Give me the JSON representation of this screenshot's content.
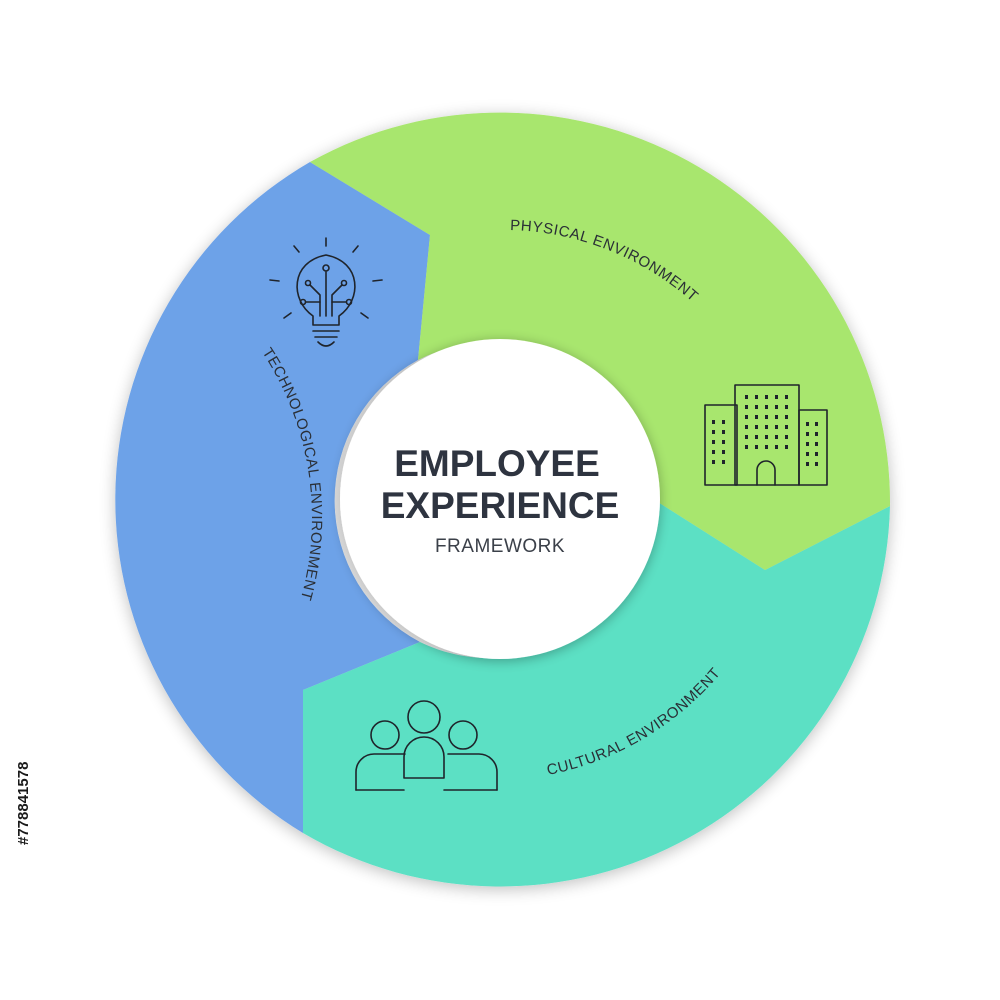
{
  "center": {
    "title_line1": "EMPLOYEE",
    "title_line2": "EXPERIENCE",
    "subtitle": "FRAMEWORK"
  },
  "segments": [
    {
      "id": "physical",
      "label": "PHYSICAL ENVIRONMENT",
      "color": "#a8e66e",
      "icon": "office-building-icon"
    },
    {
      "id": "cultural",
      "label": "CULTURAL ENVIRONMENT",
      "color": "#5ce0c4",
      "icon": "people-group-icon"
    },
    {
      "id": "technological",
      "label": "TECHNOLOGICAL ENVIRONMENT",
      "color": "#6da2e8",
      "icon": "lightbulb-circuit-icon"
    }
  ],
  "stock_id": "#778841578",
  "colors": {
    "text_dark": "#2e3440",
    "hole": "#ffffff",
    "background": "#ffffff"
  }
}
